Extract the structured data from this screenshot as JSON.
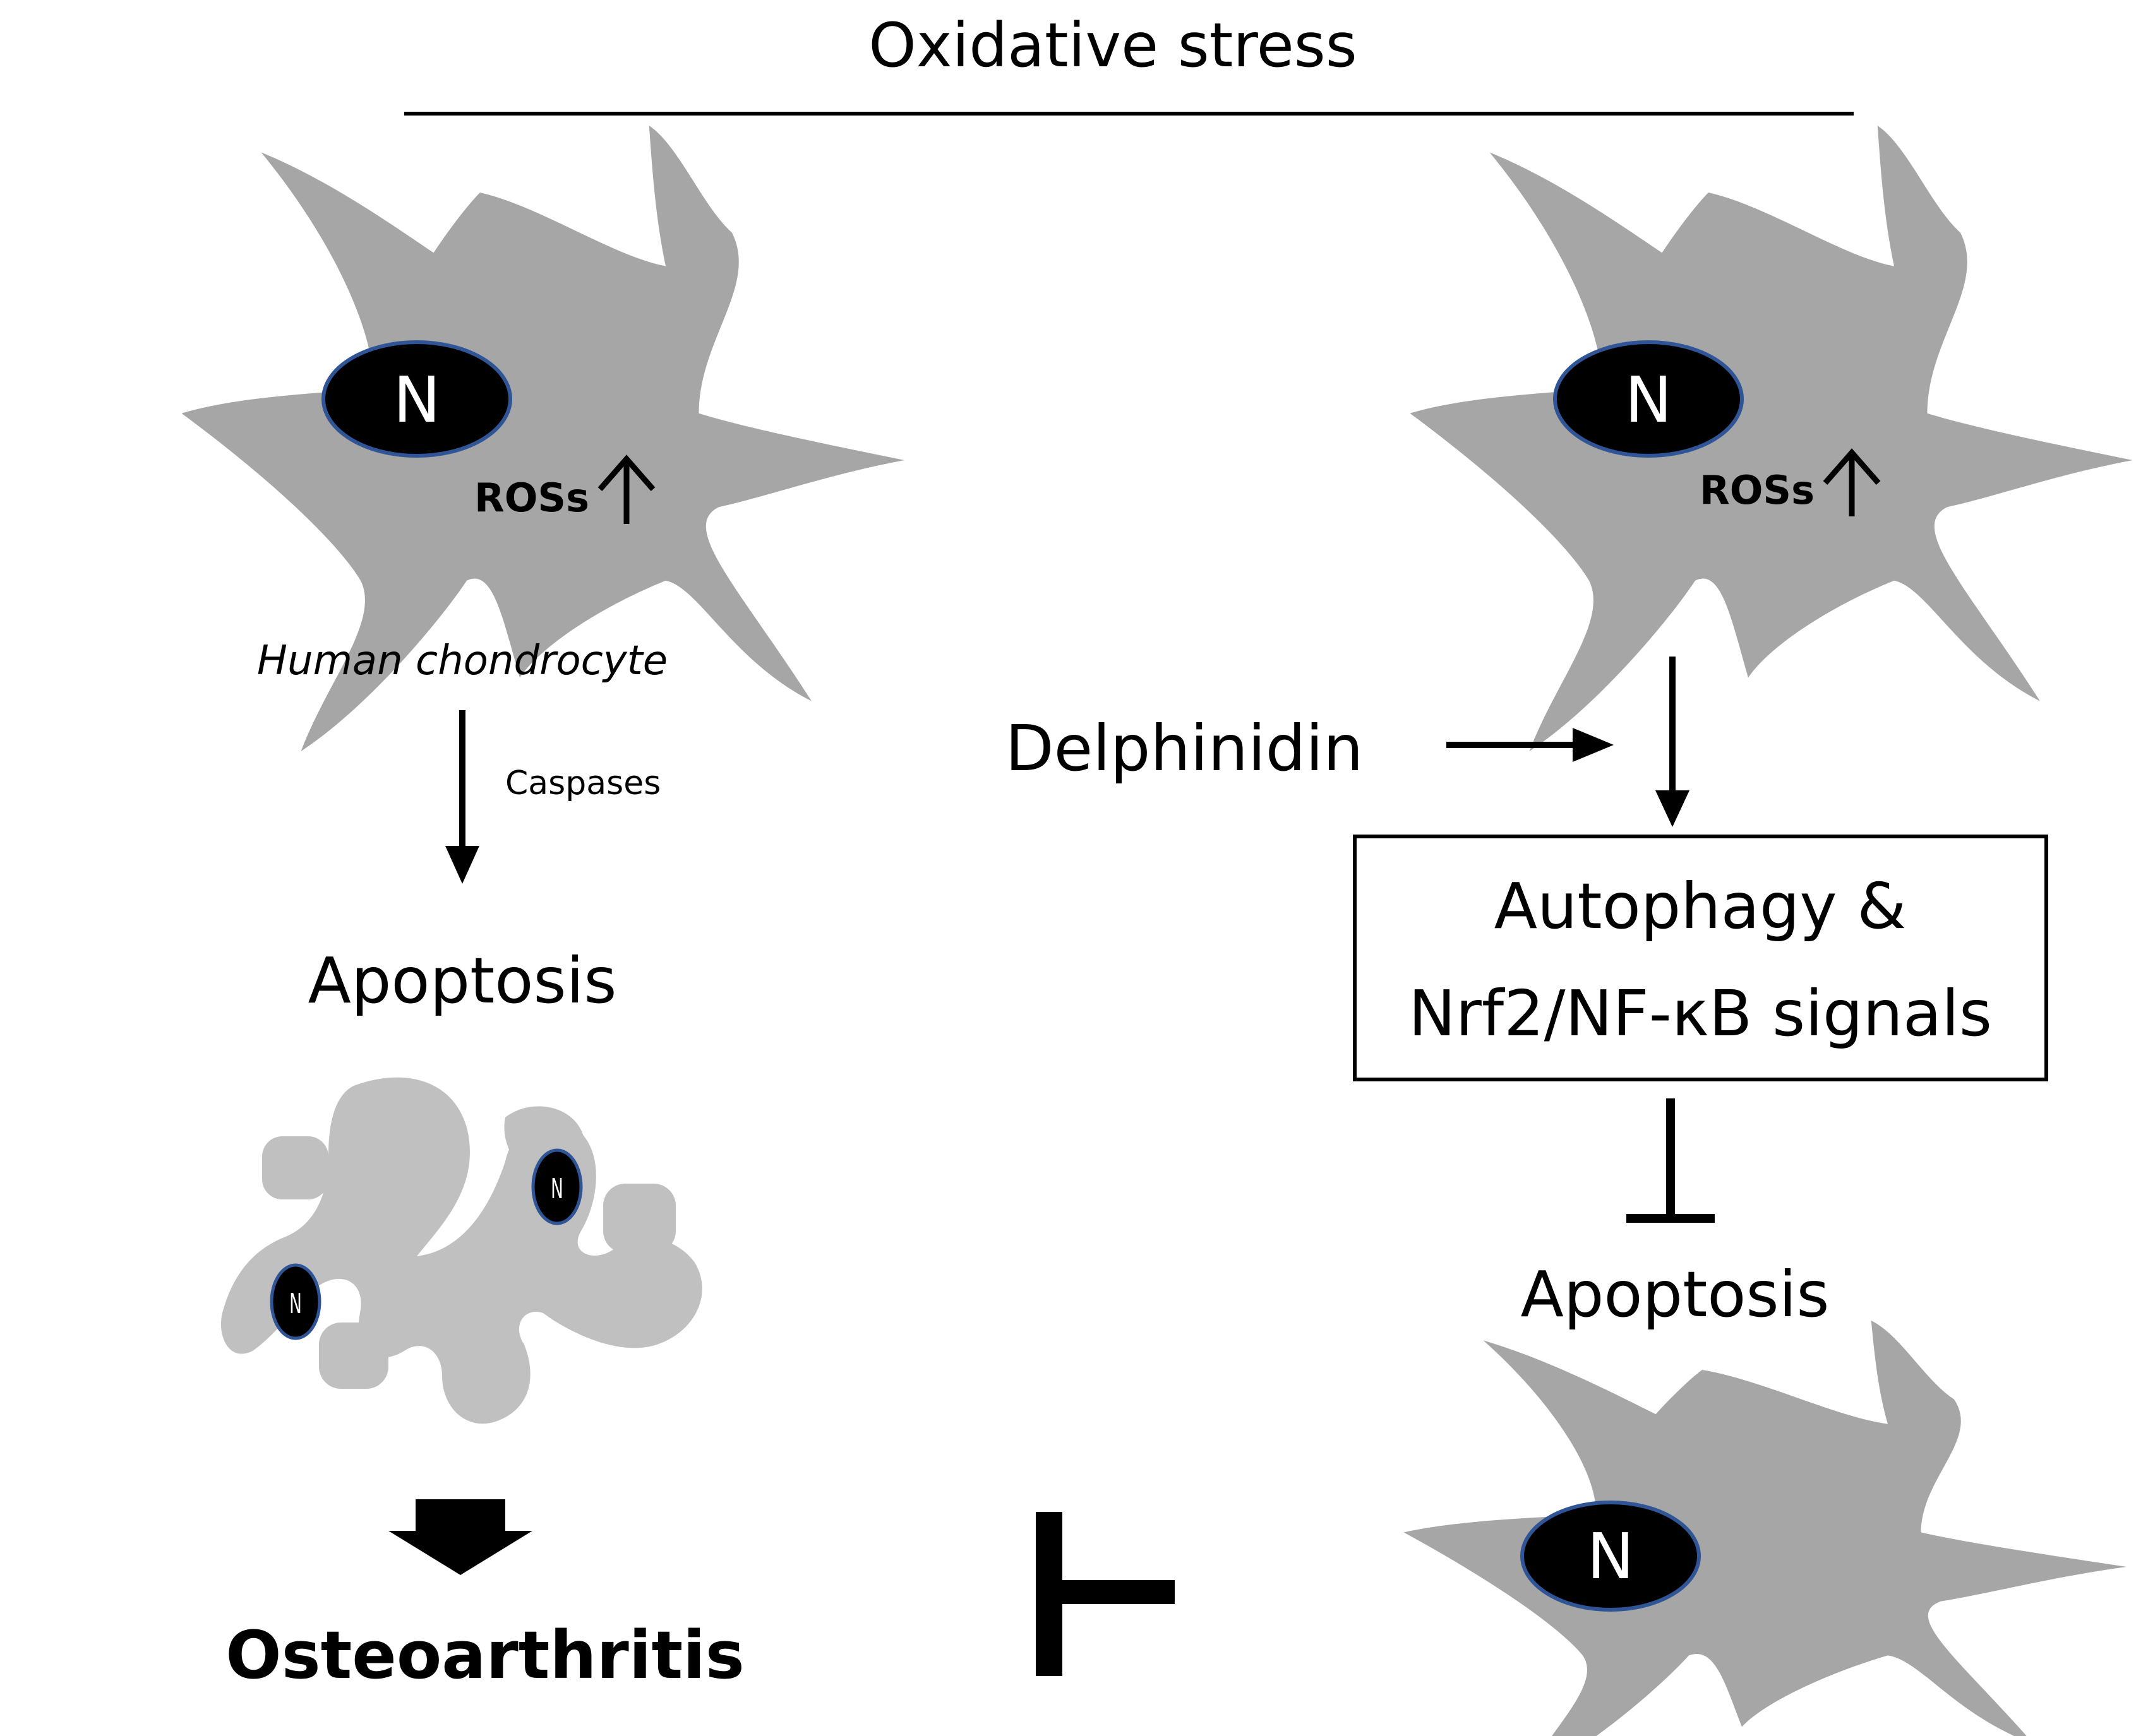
{
  "header": {
    "title": "Oxidative stress"
  },
  "nucleus_letter": "N",
  "left_path": {
    "ros_label": "ROSs",
    "cell_name": "Human chondrocyte",
    "caspases_label": "Caspases",
    "apoptosis_label": "Apoptosis",
    "outcome_label": "Osteoarthritis"
  },
  "right_path": {
    "ros_label": "ROSs",
    "treatment_label": "Delphinidin",
    "box_line1": "Autophagy &",
    "box_line2": "Nrf2/NF-κB signals",
    "apoptosis_label": "Apoptosis"
  },
  "colors": {
    "cell_fill": "#a6a6a6",
    "apoptotic_fill": "#c0c0c0",
    "nucleus_fill": "#000000",
    "nucleus_stroke": "#2f5597",
    "line": "#000000"
  }
}
